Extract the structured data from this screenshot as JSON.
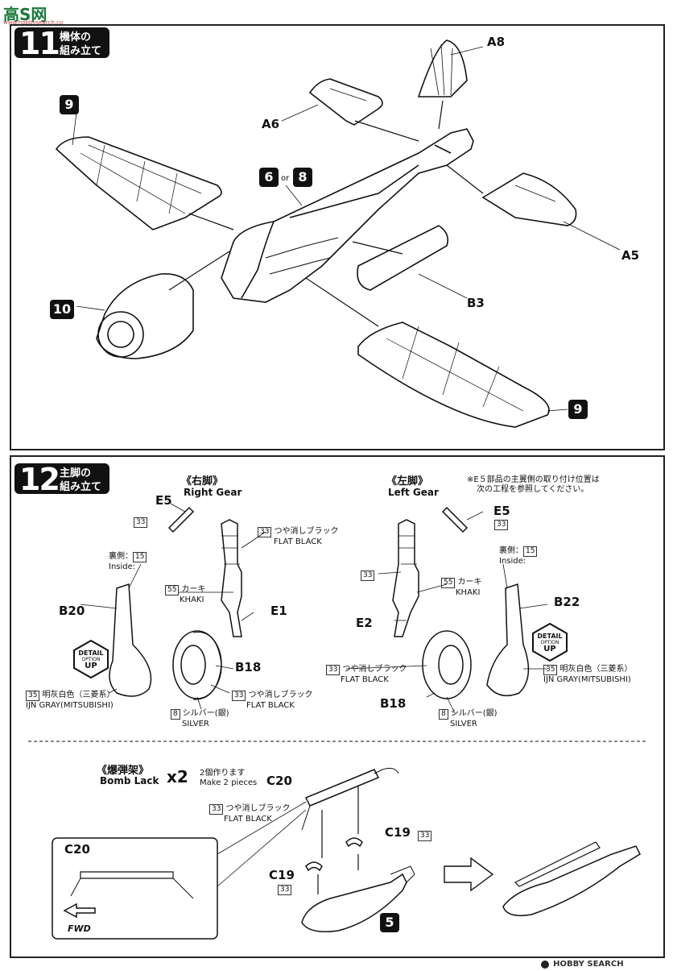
{
  "watermark_top": "高S网",
  "watermark_top_url": "www.hobbysearch.co",
  "step11": {
    "number": "11",
    "title_line1": "機体の",
    "title_line2": "組み立て",
    "parts": {
      "a8": "A8",
      "a6": "A6",
      "a5": "A5",
      "b3": "B3",
      "p6": "6",
      "or": "or",
      "p8": "8",
      "p9_top": "9",
      "p9_bottom": "9",
      "p10": "10"
    }
  },
  "step12": {
    "number": "12",
    "title_line1": "主脚の",
    "title_line2": "組み立て",
    "right_gear": {
      "title_jp": "《右脚》",
      "title_en": "Right Gear",
      "e5": "E5",
      "e1": "E1",
      "b20": "B20",
      "b18": "B18",
      "c33a": "33",
      "c33b": "33",
      "flat_black_jp": "つや消しブラック",
      "flat_black_en": "FLAT BLACK",
      "c55": "55",
      "khaki_jp": "カーキ",
      "khaki_en": "KHAKI",
      "inside_jp": "裏側：",
      "inside_en": "Inside:",
      "c15": "15",
      "c35": "35",
      "ijn_jp": "明灰白色（三菱系）",
      "ijn_en": "IJN GRAY(MITSUBISHI)",
      "c33c": "33",
      "flat_black2_jp": "つや消しブラック",
      "flat_black2_en": "FLAT BLACK",
      "c8": "8",
      "silver_jp": "シルバー(銀)",
      "silver_en": "SILVER"
    },
    "left_gear": {
      "title_jp": "《左脚》",
      "title_en": "Left Gear",
      "e5": "E5",
      "e2": "E2",
      "b22": "B22",
      "b18": "B18",
      "c33a": "33",
      "c33b": "33",
      "c55": "55",
      "khaki_jp": "カーキ",
      "khaki_en": "KHAKI",
      "inside_jp": "裏側：",
      "inside_en": "Inside:",
      "c15": "15",
      "c33c": "33",
      "flat_black_jp": "つや消しブラック",
      "flat_black_en": "FLAT BLACK",
      "c35": "35",
      "ijn_jp": "明灰白色（三菱系）",
      "ijn_en": "IJN GRAY(MITSUBISHI)",
      "c8": "8",
      "silver_jp": "シルバー(銀)",
      "silver_en": "SILVER"
    },
    "note_line1": "※E５部品の主翼側の取り付け位置は",
    "note_line2": "次の工程を参照してください。",
    "detail_badge": {
      "l1": "DETAIL",
      "l2": "OPTION",
      "l3": "UP"
    },
    "bomb": {
      "title_jp": "《爆弾架》",
      "title_en": "Bomb Lack",
      "x2": "x2",
      "make_jp": "2個作ります",
      "make_en": "Make 2 pieces",
      "c20": "C20",
      "c33": "33",
      "flat_black_jp": "つや消しブラック",
      "flat_black_en": "FLAT BLACK",
      "c19a": "C19",
      "c19a_color": "33",
      "c19b": "C19",
      "c19b_color": "33",
      "p5": "5",
      "inset_c20": "C20",
      "fwd": "FWD"
    }
  },
  "footer_logo": "HOBBY SEARCH"
}
